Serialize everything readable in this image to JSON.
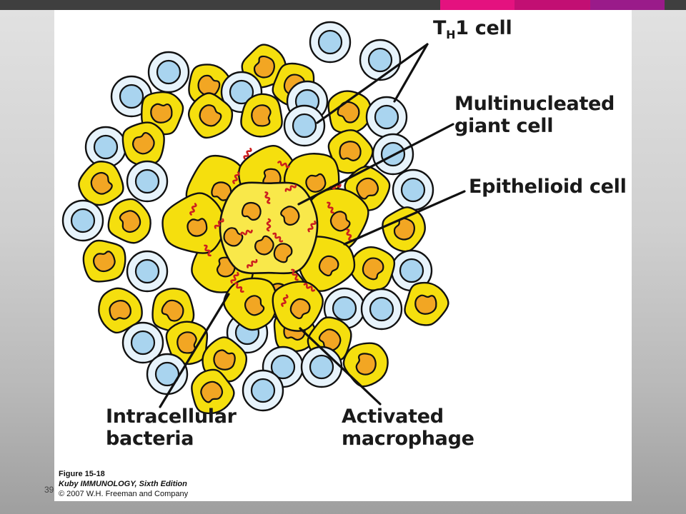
{
  "slide": {
    "number": "39"
  },
  "top_bar": {
    "colors": [
      "#3f3f3f",
      "#e4127f",
      "#c20f73",
      "#9a1b8a",
      "#3f3f3f"
    ]
  },
  "figure": {
    "labels": {
      "th1_prefix": "T",
      "th1_sub": "H",
      "th1_suffix": "1 cell",
      "multinucleated_line1": "Multinucleated",
      "multinucleated_line2": "giant cell",
      "epithelioid": "Epithelioid cell",
      "intracellular_line1": "Intracellular",
      "intracellular_line2": "bacteria",
      "activated_line1": "Activated",
      "activated_line2": "macrophage"
    },
    "caption": {
      "title": "Figure 15-18",
      "book": "Kuby IMMUNOLOGY, Sixth Edition",
      "copyright": "© 2007 W.H. Freeman and Company"
    },
    "colors": {
      "lymphocyte_ring": "#e7f3fb",
      "lymphocyte_nucleus": "#a9d4ef",
      "macrophage_body": "#f5df0e",
      "macrophage_nucleus": "#f2a623",
      "giant_cell_body": "#f9e84a",
      "bacteria": "#cc1f1f",
      "outline": "#111111"
    }
  }
}
